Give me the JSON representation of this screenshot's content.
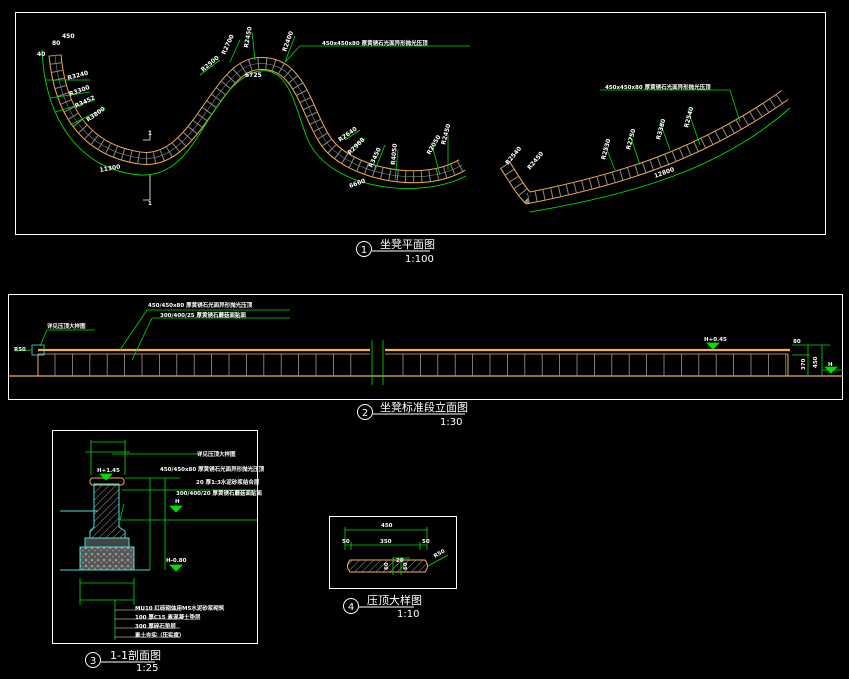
{
  "drawings": [
    {
      "number": "1",
      "title": "坐凳平面图",
      "scale": "1:100"
    },
    {
      "number": "2",
      "title": "坐凳标准段立面图",
      "scale": "1:30"
    },
    {
      "number": "3",
      "title": "1-1剖面图",
      "scale": "1:25"
    },
    {
      "number": "4",
      "title": "压顶大样图",
      "scale": "1:10"
    }
  ],
  "plan": {
    "note_left": "450x450x80  厚黄锈石光面异形抛光压顶",
    "note_right": "450x450x80  厚黄锈石光面异形抛光压顶",
    "section_mark": "1",
    "radii_left": [
      "R3240",
      "R3300",
      "R3452",
      "R3800"
    ],
    "radii_top": [
      "R2500",
      "R2700",
      "R2450",
      "R2400"
    ],
    "radii_mid": [
      "R2640",
      "R2988",
      "R3450",
      "R4050",
      "R2050",
      "R2450"
    ],
    "radii_right": [
      "R2540",
      "R2450",
      "R2530",
      "R2750",
      "R3380",
      "R2540"
    ],
    "arcs": [
      "11300",
      "6725",
      "6660",
      "12800"
    ],
    "small_dims": [
      "450",
      "80",
      "40"
    ]
  },
  "elevation": {
    "note_1": "450/450x80  厚黄锈石光面异形抛光压顶",
    "note_2": "300/400/25  厚黄锈石蘑菇面贴面",
    "detail_ref": "详见压顶大样图",
    "r_label": "R50",
    "level_top": "H+0.45",
    "level_base": "H",
    "dims": [
      "80",
      "370",
      "450"
    ]
  },
  "section": {
    "level_top": "H+1.45",
    "level_mid": "H",
    "level_bottom": "H-0.80",
    "notes": [
      "详见压顶大样图",
      "450/450x80  厚黄锈石光面异形抛光压顶",
      "20 厚1:3水泥砂浆结合层",
      "300/400/20  厚黄锈石蘑菇面贴面"
    ],
    "layers": [
      "MU10 红砖砌体用M5水泥砂浆砌筑",
      "100 厚C15 素混凝土垫层",
      "300 厚碎石垫层",
      "素土夯实（压实度）"
    ]
  },
  "detail": {
    "width_total": "450",
    "dims": [
      "50",
      "350",
      "50"
    ],
    "heights": [
      "20",
      "60",
      "60"
    ],
    "radius": "R50"
  },
  "colors": {
    "frame": "#ffffff",
    "dim": "#00ff00",
    "bench": "#f0b050",
    "tile": "#a0a0a0",
    "cyan": "#40e0e0"
  }
}
